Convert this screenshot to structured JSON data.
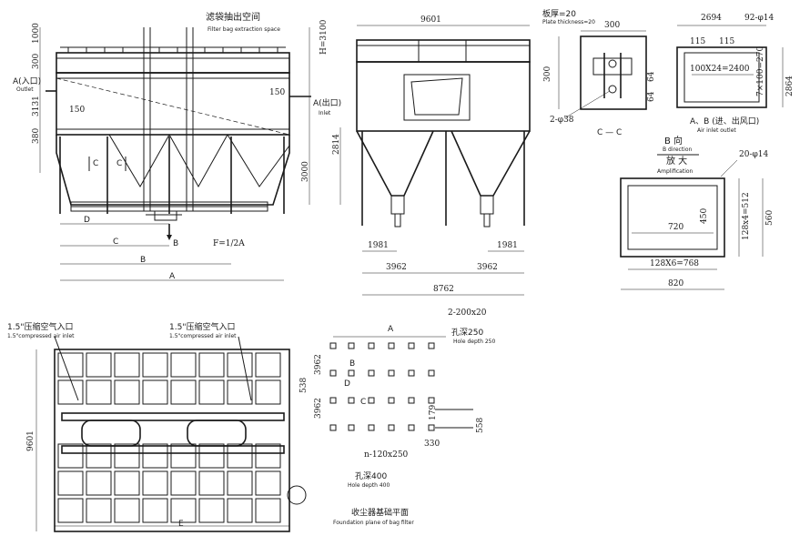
{
  "front_view": {
    "title_cn": "滤袋抽出空间",
    "title_en": "Filter bag extraction space",
    "inlet_left_cn": "A(入口)",
    "outlet_left_en": "Outlet",
    "outlet_right_cn": "A(出口)",
    "inlet_right_en": "Inlet",
    "dim_1000": "1000",
    "dim_300": "300",
    "dim_h": "H=3100",
    "dim_3131": "3131",
    "dim_150_left": "150",
    "dim_150_right": "150",
    "dim_380": "380",
    "dim_2814": "2814",
    "dim_3000": "3000",
    "section_c1": "C",
    "section_c2": "C",
    "label_d": "D",
    "label_c": "C",
    "label_b": "B",
    "label_b_arrow": "B",
    "label_a": "A",
    "slope": "F=1/2A"
  },
  "side_view": {
    "dim_top": "9601",
    "dim_1981_left": "1981",
    "dim_1981_right": "1981",
    "dim_3962_left": "3962",
    "dim_3962_right": "3962",
    "dim_bottom": "8762"
  },
  "section_cc": {
    "plate_cn": "板厚=20",
    "plate_en": "Plate thickness=20",
    "dim_300_top": "300",
    "dim_300_left": "300",
    "dim_64a": "64",
    "dim_64b": "64",
    "hole": "2-φ38",
    "label": "C — C"
  },
  "inlet_outlet": {
    "dim_2694": "2694",
    "dim_115a": "115",
    "dim_115b": "115",
    "holes": "92-φ14",
    "dim_2400": "100X24=2400",
    "dim_2864": "2864",
    "dim_270": "7×100=270",
    "label_cn": "A、B (进、出风口)",
    "label_en": "Air inlet outlet"
  },
  "b_direction": {
    "title_cn": "B 向",
    "title_en": "B direction",
    "amp_cn": "放 大",
    "amp_en": "Amplification",
    "holes": "20-φ14",
    "dim_720": "720",
    "dim_450": "450",
    "dim_512": "128x4=512",
    "dim_560": "560",
    "dim_768": "128X6=768",
    "dim_820": "820"
  },
  "top_view": {
    "air_left_cn": "1.5\"压缩空气入口",
    "air_left_en": "1.5\"compressed air inlet",
    "air_right_cn": "1.5\"压缩空气入口",
    "air_right_en": "1.5\"compressed air inlet",
    "dim_9601": "9601",
    "label_e": "E"
  },
  "foundation": {
    "dim_a": "A",
    "plate": "2-200x20",
    "depth_cn": "孔深250",
    "depth_en": "Hole depth 250",
    "dim_3962a": "3962",
    "dim_3962b": "3962",
    "dim_538a": "538",
    "dim_179": "179",
    "dim_558": "558",
    "dim_330": "330",
    "label_b": "B",
    "label_c": "C",
    "label_d": "D",
    "holes": "n-120x250",
    "depth2_cn": "孔深400",
    "depth2_en": "Hole depth 400",
    "title_cn": "收尘器基础平面",
    "title_en": "Foundation plane of bag filter"
  }
}
